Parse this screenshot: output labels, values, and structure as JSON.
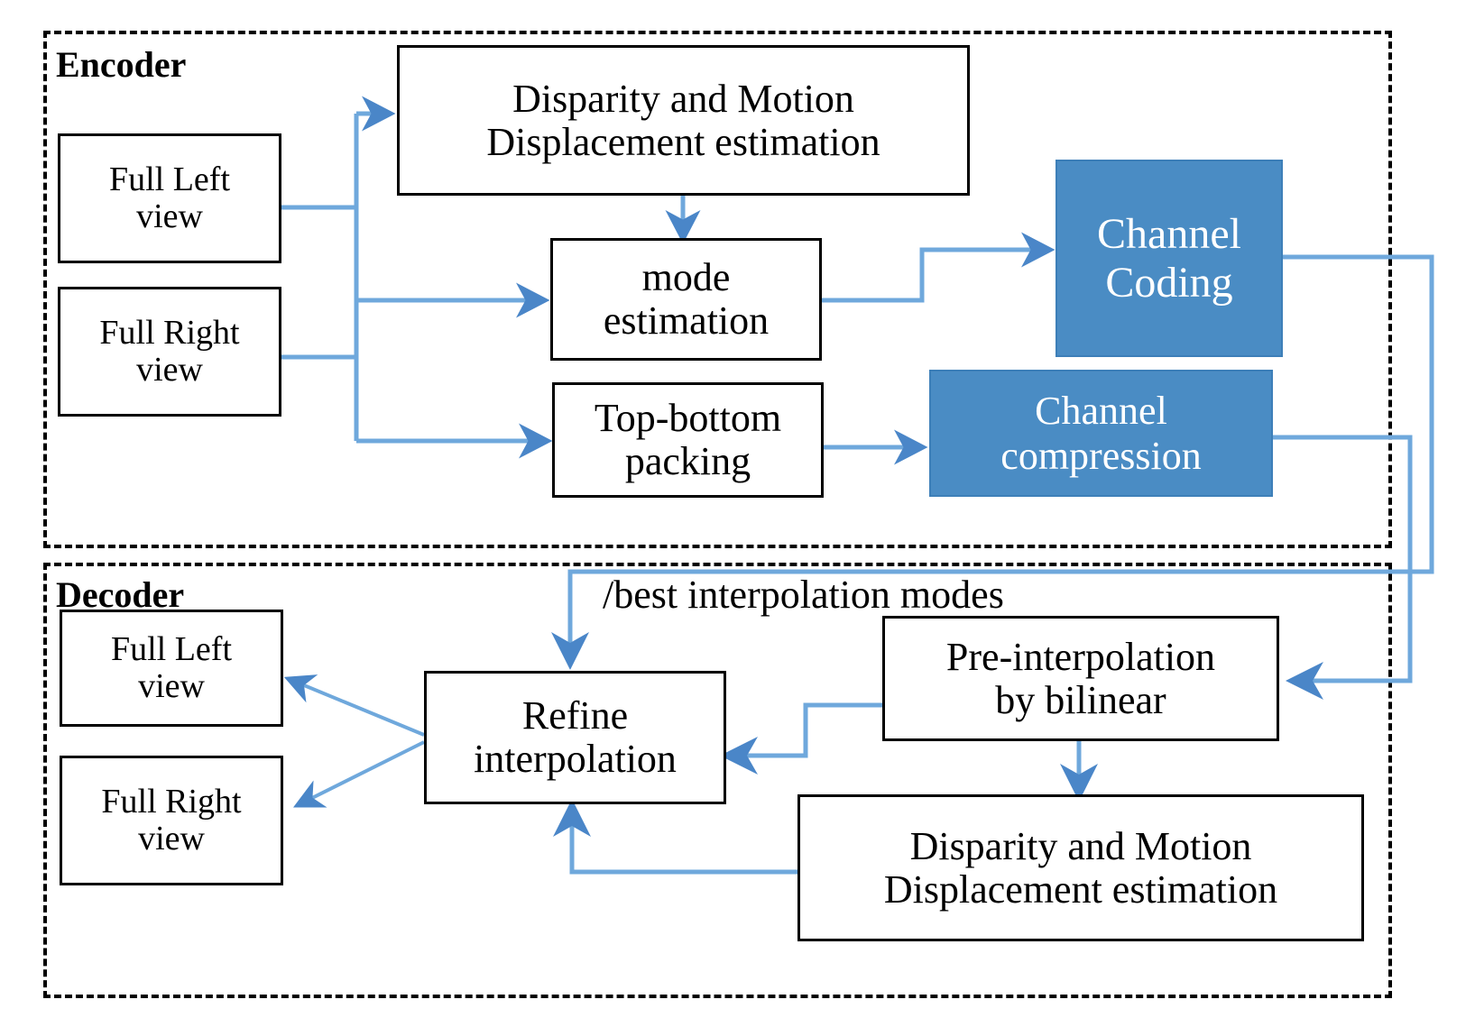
{
  "diagram": {
    "title_encoder": "Encoder",
    "title_decoder": "Decoder",
    "accent_blue": "#4a8cc4",
    "line_blue": "#6fa8dc",
    "box_border": "#000000",
    "page_bg": "#ffffff"
  },
  "encoder": {
    "label": "Encoder",
    "boxes": {
      "full_left_view": {
        "line1": "Full Left",
        "line2": "view"
      },
      "full_right_view": {
        "line1": "Full Right",
        "line2": "view"
      },
      "disparity_motion": {
        "line1": "Disparity and  Motion",
        "line2": "Displacement estimation"
      },
      "mode_estimation": {
        "line1": "mode",
        "line2": "estimation"
      },
      "top_bottom_packing": {
        "line1": "Top-bottom",
        "line2": "packing"
      },
      "channel_coding": {
        "line1": "Channel",
        "line2": "Coding"
      },
      "channel_compression": {
        "line1": "Channel",
        "line2": "compression"
      }
    }
  },
  "decoder": {
    "label": "Decoder",
    "annotation": "/best interpolation modes",
    "boxes": {
      "full_left_view": {
        "line1": "Full Left",
        "line2": "view"
      },
      "full_right_view": {
        "line1": "Full Right",
        "line2": "view"
      },
      "refine_interpolation": {
        "line1": "Refine",
        "line2": "interpolation"
      },
      "pre_interpolation": {
        "line1": "Pre-interpolation",
        "line2": "by bilinear"
      },
      "disparity_motion": {
        "line1": "Disparity and  Motion",
        "line2": "Displacement estimation"
      }
    }
  }
}
